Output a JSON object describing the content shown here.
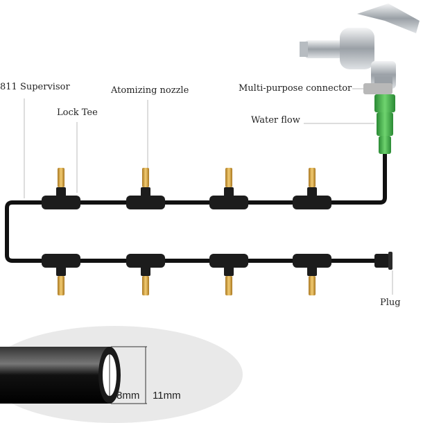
{
  "labels": {
    "supervisor": "811 Supervisor",
    "nozzle": "Atomizing nozzle",
    "lock_tee": "Lock Tee",
    "connector": "Multi-purpose connector",
    "water_flow": "Water flow",
    "plug": "Plug"
  },
  "dimensions": {
    "inner": "8mm",
    "outer": "11mm"
  },
  "colors": {
    "tube": "#111111",
    "brass": "#d9a441",
    "connector_green": "#3fae49",
    "chrome": "#c8ccd0"
  }
}
